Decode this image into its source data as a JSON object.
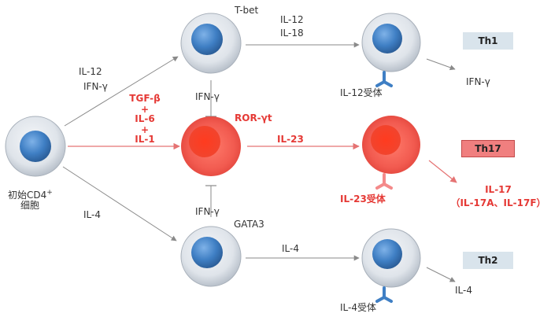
{
  "cells": {
    "naive_label_line1": "初始CD4",
    "naive_label_sup": "+",
    "naive_label_line2": "细胞"
  },
  "signals": {
    "th1_in_line1": "IL-12",
    "th1_in_line2": "IFN-γ",
    "th17_in_line1": "TGF-β",
    "th17_in_plus1": "+",
    "th17_in_line2": "IL-6",
    "th17_in_plus2": "+",
    "th17_in_line3": "IL-1",
    "th2_in": "IL-4",
    "tbet": "T-bet",
    "ifn_down": "IFN-γ",
    "ror": "ROR-γt",
    "ifn_up": "IFN-γ",
    "gata3": "GATA3",
    "th1_mid_line1": "IL-12",
    "th1_mid_line2": "IL-18",
    "th17_mid": "IL-23",
    "th2_mid": "IL-4"
  },
  "receptors": {
    "il12": "IL-12受体",
    "il23": "IL-23受体",
    "il4": "IL-4受体"
  },
  "subsets": {
    "th1": "Th1",
    "th17": "Th17",
    "th2": "Th2"
  },
  "outputs": {
    "th1_out": "IFN-γ",
    "th17_out_line1": "IL-17",
    "th17_out_line2": "（IL-17A、IL-17F）",
    "th2_out": "IL-4"
  },
  "colors": {
    "blue_cell": "#3f7fc4",
    "red_cell": "#e53935",
    "th1_th2_box": "#d9e4ec",
    "th17_box": "#f07f7f",
    "arrow_gray": "#8a8a8a",
    "arrow_red": "#e57373"
  }
}
